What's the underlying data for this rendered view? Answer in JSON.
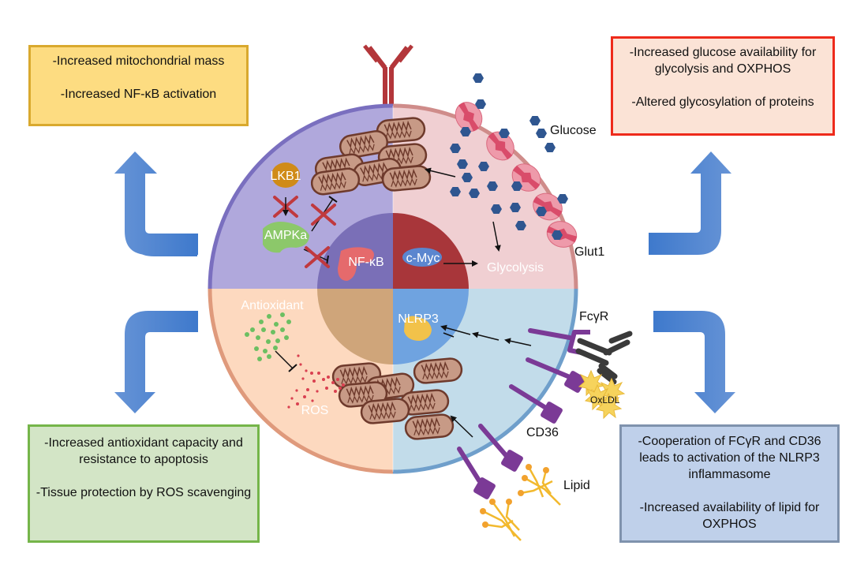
{
  "boxes": {
    "top_left": {
      "lines": [
        "-Increased mitochondrial mass",
        "-Increased NF-κB activation"
      ],
      "fill": "#fddc81",
      "border": "#d9a92e"
    },
    "top_right": {
      "lines": [
        "-Increased glucose availability for glycolysis and OXPHOS",
        "-Altered glycosylation of proteins"
      ],
      "fill": "#fbe3d6",
      "border": "#ee2a1b"
    },
    "bottom_left": {
      "lines": [
        "-Increased antioxidant capacity and resistance to apoptosis",
        "-Tissue protection by ROS scavenging"
      ],
      "fill": "#d3e5c6",
      "border": "#75b54a"
    },
    "bottom_right": {
      "lines": [
        "-Cooperation of FCγR and CD36 leads to activation of the NLRP3 inflammasome",
        "-Increased availability of lipid for OXPHOS"
      ],
      "fill": "#bfd0ea",
      "border": "#7f92ad"
    }
  },
  "cell": {
    "quadrants": {
      "top_left": {
        "fill": "#b0a8dc",
        "membrane": "#7a6fbf",
        "nucleus": "#7a6fb7"
      },
      "top_right": {
        "fill": "#f0cfd2",
        "membrane": "#cf8c8a",
        "nucleus": "#a8363a"
      },
      "bottom_left": {
        "fill": "#fdd9bf",
        "membrane": "#df9a7c",
        "nucleus": "#cfa57a"
      },
      "bottom_right": {
        "fill": "#c2dcea",
        "membrane": "#6f9fcb",
        "nucleus": "#6fa3e0"
      }
    },
    "labels": {
      "lkb1": "LKB1",
      "ampka": "AMPKa",
      "nfkb": "NF-κB",
      "cmyc": "c-Myc",
      "glycolysis": "Glycolysis",
      "antioxidant": "Antioxidant",
      "ros": "ROS",
      "nlrp3": "NLRP3"
    }
  },
  "external_labels": {
    "glucose": "Glucose",
    "glut1": "Glut1",
    "fcgr": "FcγR",
    "oxldl": "OxLDL",
    "cd36": "CD36",
    "lipid": "Lipid"
  },
  "colors": {
    "arrow_blue": "#4a7fcf",
    "glucose_hex": "#2f5690",
    "glut1": "#e57d90",
    "receptor_purple": "#7b3a96",
    "antibody_red": "#b3363a",
    "antibody_dark": "#3a3a3a",
    "mito_fill": "#c79a86",
    "mito_stroke": "#6e3a2c",
    "oxldl": "#f6d35c",
    "lipid": "#f2b92e",
    "inhibit_x": "#c0393e"
  }
}
